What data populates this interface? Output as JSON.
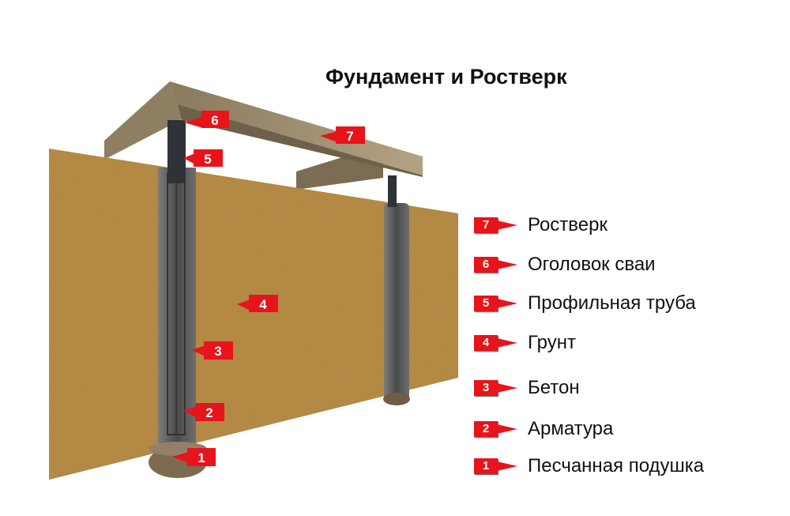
{
  "title": "Фундамент и Ростверк",
  "callouts": [
    "1",
    "2",
    "3",
    "4",
    "5",
    "6",
    "7"
  ],
  "legend": [
    {
      "num": "7",
      "label": "Ростверк"
    },
    {
      "num": "6",
      "label": "Оголовок сваи"
    },
    {
      "num": "5",
      "label": "Профильная труба"
    },
    {
      "num": "4",
      "label": "Грунт"
    },
    {
      "num": "3",
      "label": "Бетон"
    },
    {
      "num": "2",
      "label": "Арматура"
    },
    {
      "num": "1",
      "label": "Песчанная подушка"
    }
  ],
  "colors": {
    "badge": "#e8141b",
    "soil": "#b58a45",
    "wood": "#a08f70",
    "concrete": "#5c5d5c",
    "steel": "#2f3236"
  }
}
